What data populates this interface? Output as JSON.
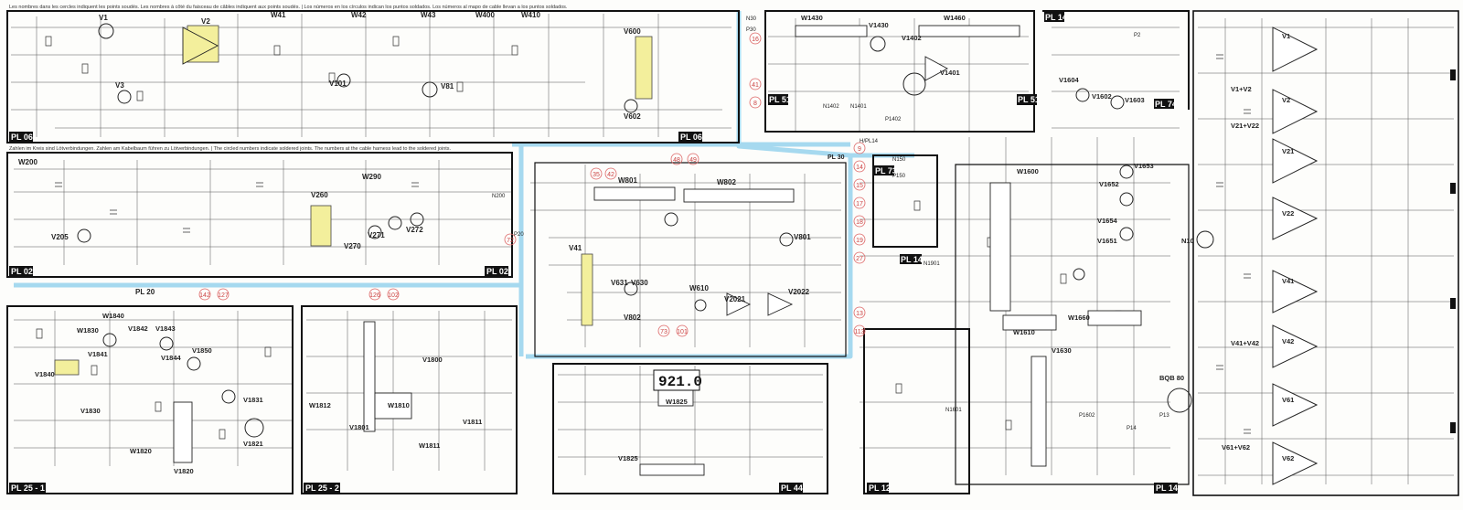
{
  "notes": {
    "top": "Les nombres dans les cercles indiquent les points soudés. Les nombres à côté du faisceau de câbles indiquent aux points soudés. | Los números en los círculos indican los puntos soldados. Los números al mapo de cable llevan a los puntos soldados.",
    "mid": "Zahlen im Kreis sind Lötverbindungen. Zahlen am Kabelbaum führen zu Lötverbindungen. | The circled numbers indicate soldered joints. The numbers at the cable harness lead to the soldered joints."
  },
  "plates": {
    "pl06a": "PL 06",
    "pl06b": "PL 06",
    "pl02a": "PL 02",
    "pl02b": "PL 02",
    "pl20": "PL 20",
    "pl251": "PL 25 - 1",
    "pl252": "PL 25 - 2",
    "pl44": "PL 44",
    "pl51a": "PL 51",
    "pl51b": "PL 51",
    "pl14a": "PL 14",
    "pl14b": "PL 14",
    "pl14c": "PL 14",
    "pl73": "PL 73",
    "pl74": "PL 74",
    "pl12": "PL 12",
    "pl30": "PL 30"
  },
  "components": {
    "v1": "V1",
    "v2": "V2",
    "v3": "V3",
    "w41": "W41",
    "w42": "W42",
    "w43": "W43",
    "w400": "W400",
    "w410": "W410",
    "v600": "V600",
    "v101": "V101",
    "v81": "V81",
    "v602": "V602",
    "w200": "W200",
    "v205": "V205",
    "v260": "V260",
    "w290": "W290",
    "v270": "V270",
    "v271": "V271",
    "v272": "V272",
    "w801": "W801",
    "w802": "W802",
    "v801": "V801",
    "v802": "V802",
    "v41": "V41",
    "v631": "V631",
    "v630": "V630",
    "w610": "W610",
    "v2021": "V2021",
    "v2022": "V2022",
    "w1840": "W1840",
    "w1830": "W1830",
    "v1842": "V1842",
    "v1843": "V1843",
    "v1840": "V1840",
    "v1841": "V1841",
    "v1844": "V1844",
    "v1850": "V1850",
    "v1830": "V1830",
    "v1831": "V1831",
    "v1821": "V1821",
    "w1820": "W1820",
    "v1820": "V1820",
    "w1812": "W1812",
    "v1801": "V1801",
    "v1800": "V1800",
    "w1810": "W1810",
    "v1811": "V1811",
    "w1811": "W1811",
    "w1825": "W1825",
    "v1825": "V1825",
    "display": "921.0",
    "w1430": "W1430",
    "w1460": "W1460",
    "v1430": "V1430",
    "v1402": "V1402",
    "v1401": "V1401",
    "v1604": "V1604",
    "v1602": "V1602",
    "v1603": "V1603",
    "v1653": "V1653",
    "v1652": "V1652",
    "v1654": "V1654",
    "v1651": "V1651",
    "w1600": "W1600",
    "w1610": "W1610",
    "w1660": "W1660",
    "v1630": "V1630",
    "bqb": "BQB 80",
    "n10": "N10",
    "amp_v1": "V1",
    "amp_v12": "V1+V2",
    "amp_v2": "V2",
    "amp_v21": "V21+V22",
    "amp_v21b": "V21",
    "amp_v22": "V22",
    "amp_v41": "V41",
    "amp_v412": "V41+V42",
    "amp_v42": "V42",
    "amp_v61": "V61",
    "amp_v612": "V61+V62",
    "amp_v62": "V62"
  },
  "connectors": {
    "n200": "N200",
    "p20": "P20",
    "n30": "N30",
    "p30": "P30",
    "n1402": "N1402",
    "n1401": "N1401",
    "p2": "P2",
    "p1402": "P1402",
    "n150": "N150",
    "p150": "P150",
    "n1901": "N1901",
    "n1601": "N1601",
    "p1602": "P1602",
    "p13": "P13",
    "p14": "P14",
    "hl": "H/PL14"
  },
  "circled": [
    "16",
    "41",
    "8",
    "35",
    "42",
    "48",
    "49",
    "9",
    "14",
    "15",
    "17",
    "18",
    "19",
    "27",
    "13",
    "113",
    "142",
    "127",
    "126",
    "102",
    "73",
    "101",
    "72"
  ]
}
